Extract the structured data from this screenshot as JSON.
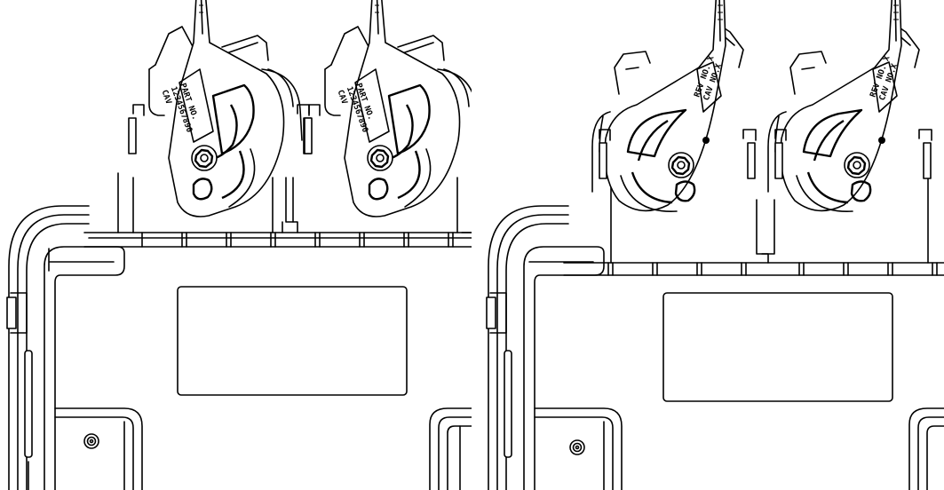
{
  "panels": [
    {
      "id": "left",
      "latch_a": {
        "lines": [
          "PART NO.",
          "1234567890",
          "CAV"
        ]
      },
      "latch_b": {
        "lines": [
          "PART NO.",
          "1234567890",
          "CAV"
        ]
      }
    },
    {
      "id": "right",
      "latch_a": {
        "lines": [
          "REV NO. X",
          "CAV NO.X"
        ]
      },
      "latch_b": {
        "lines": [
          "REV NO. X",
          "CAV NO.X"
        ]
      }
    }
  ],
  "colors": {
    "stroke": "#000000",
    "background": "#ffffff"
  }
}
